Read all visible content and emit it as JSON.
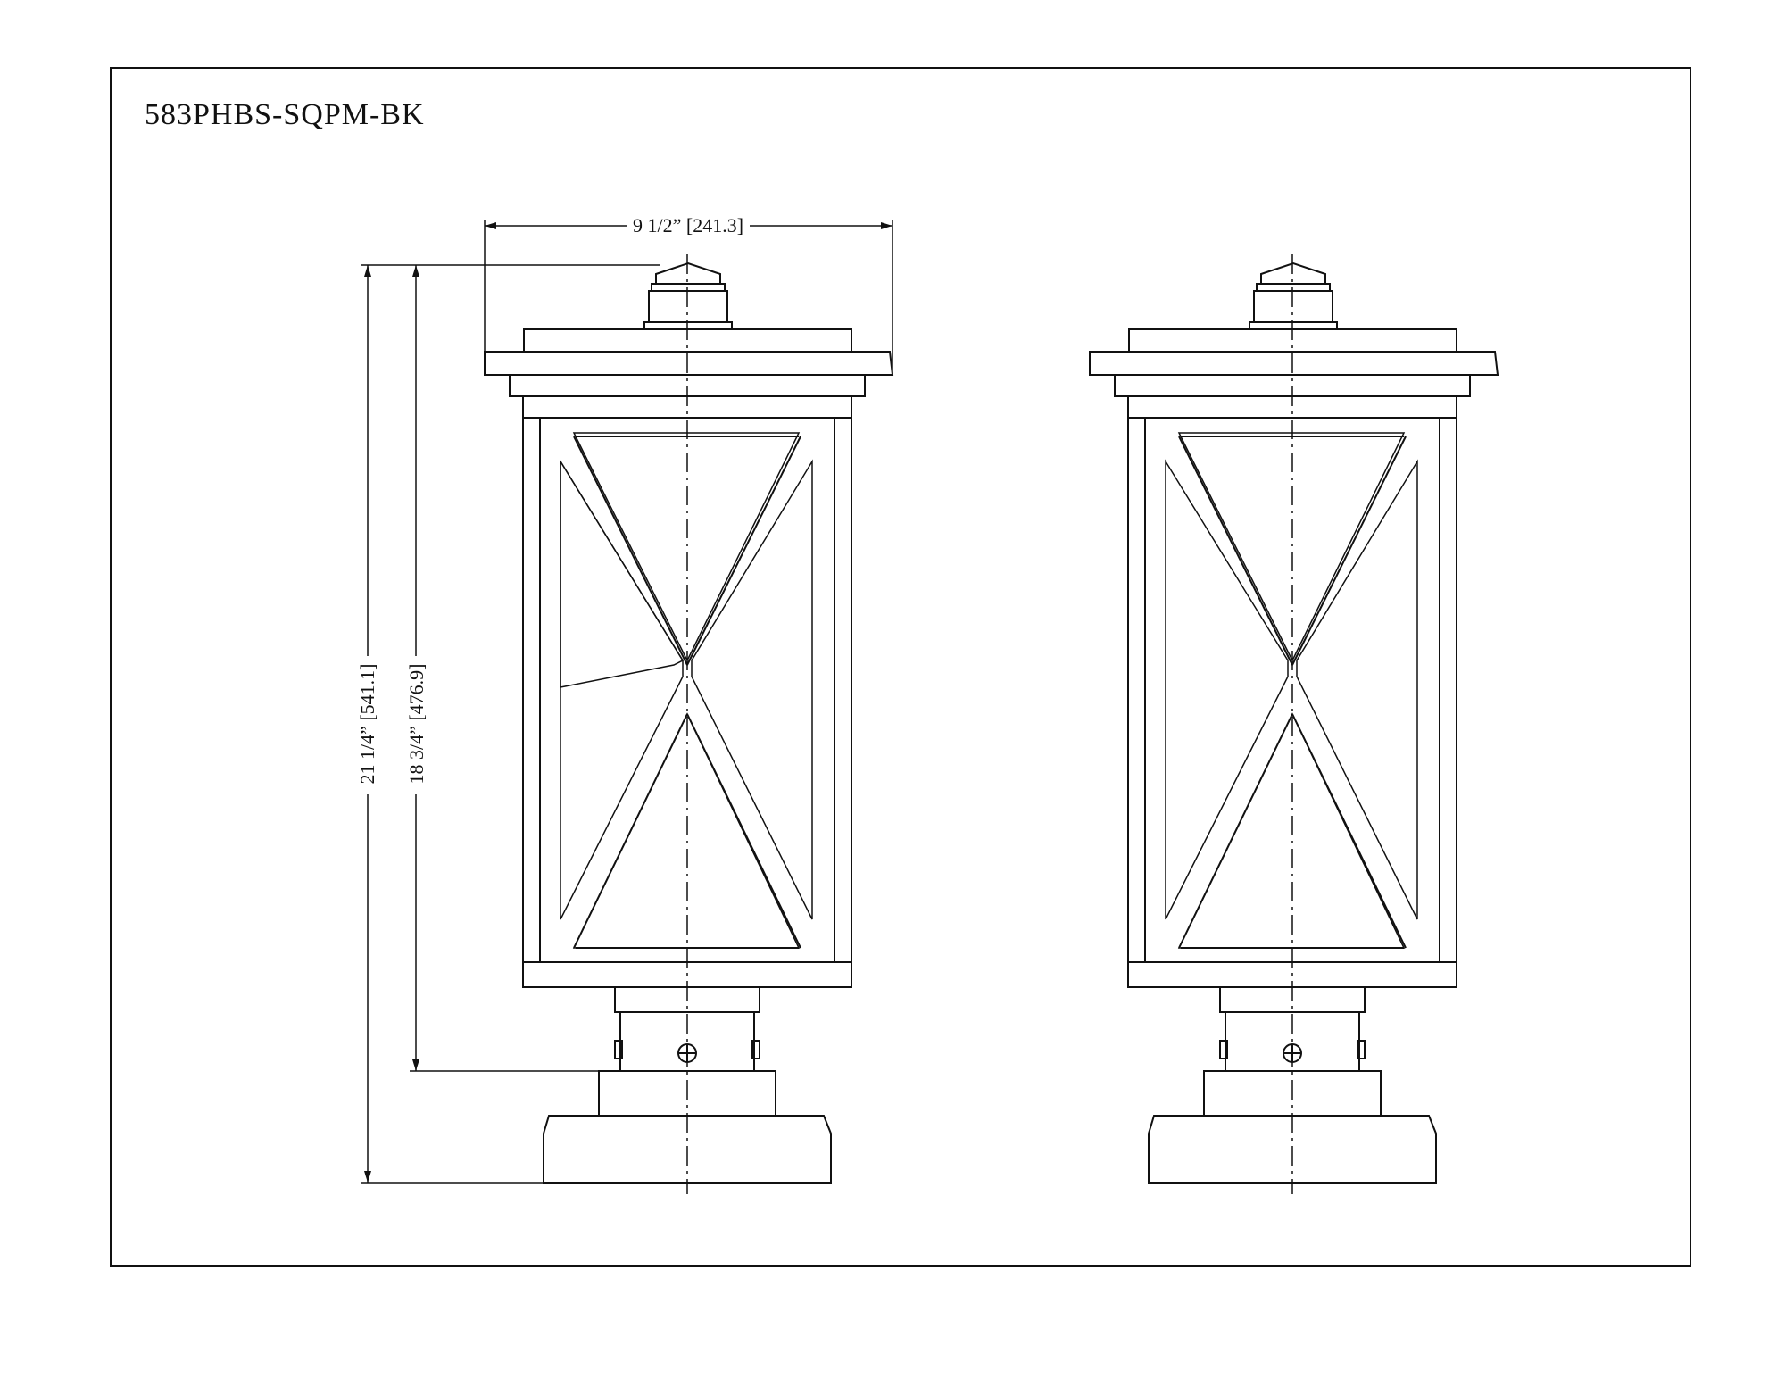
{
  "drawing": {
    "model": "583PHBS-SQPM-BK",
    "dimensions": {
      "width": "9 1/2” [241.3]",
      "overall_height": "21 1/4” [541.1]",
      "body_height": "18 3/4” [476.9]"
    }
  },
  "colors": {
    "line": "#111111",
    "background": "#ffffff"
  }
}
